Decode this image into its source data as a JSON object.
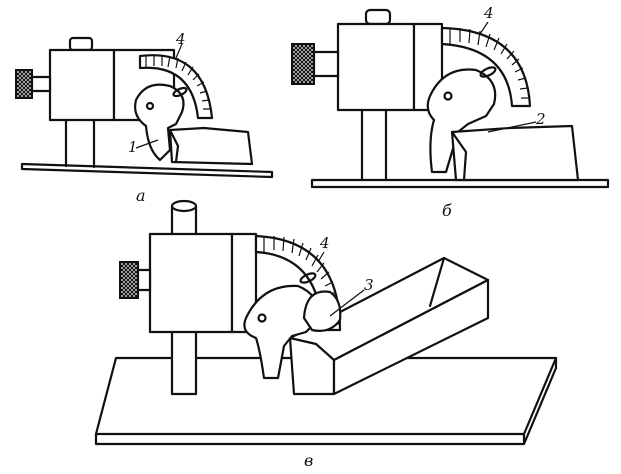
{
  "figures": [
    {
      "id": "a",
      "caption": "а",
      "callouts": [
        "1",
        "4"
      ]
    },
    {
      "id": "b",
      "caption": "б",
      "callouts": [
        "2",
        "4"
      ]
    },
    {
      "id": "v",
      "caption": "в",
      "callouts": [
        "3",
        "4"
      ]
    }
  ]
}
